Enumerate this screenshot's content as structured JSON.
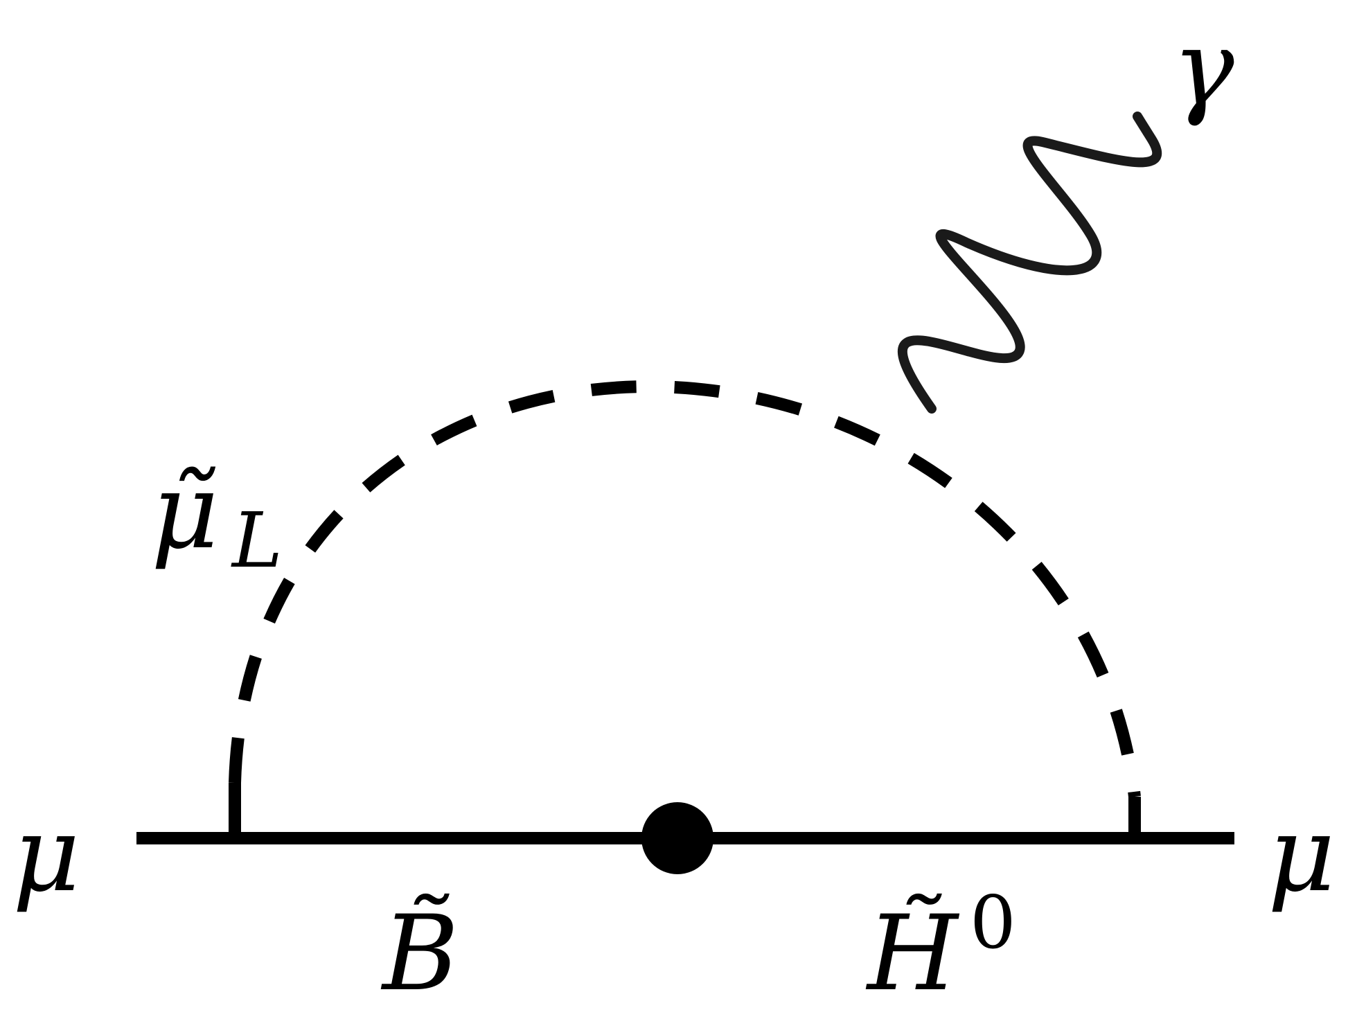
{
  "diagram": {
    "type": "feynman-diagram",
    "labels": {
      "incoming_fermion": "μ",
      "outgoing_fermion": "μ",
      "photon": "γ",
      "scalar_loop": "μ̃",
      "scalar_loop_subscript": "L",
      "fermion_left": "B̃",
      "fermion_right": "H̃",
      "fermion_right_superscript": "0"
    },
    "line_styles": {
      "fermion": "solid",
      "scalar": "dashed",
      "photon": "wavy"
    },
    "colors": {
      "lines": "#000000",
      "photon": "#1a1a1a",
      "background": "#ffffff"
    },
    "mass_insertion": "filled-dot"
  }
}
